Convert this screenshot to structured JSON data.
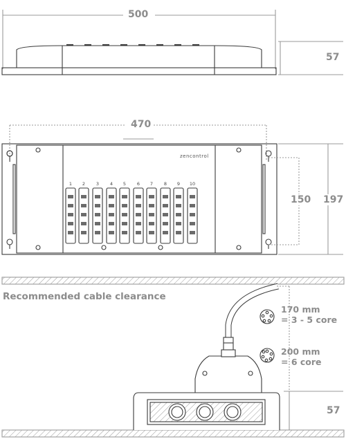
{
  "side_view": {
    "width_label": "500",
    "height_label": "57"
  },
  "top_view": {
    "mount_width_label": "470",
    "inner_height_label": "150",
    "total_height_label": "197",
    "brand_text": "zencontrol",
    "terminal_numbers": [
      "1",
      "2",
      "3",
      "4",
      "5",
      "6",
      "7",
      "8",
      "9",
      "10"
    ]
  },
  "clearance": {
    "title": "Recommended cable clearance",
    "option_1": {
      "distance": "170 mm",
      "core": "= 3 - 5 core"
    },
    "option_2": {
      "distance": "200 mm",
      "core": "= 6 core"
    },
    "height_label": "57"
  },
  "colors": {
    "line": "#3a3a3a",
    "dim": "#9a9a9a",
    "label": "#8c8c8c"
  }
}
